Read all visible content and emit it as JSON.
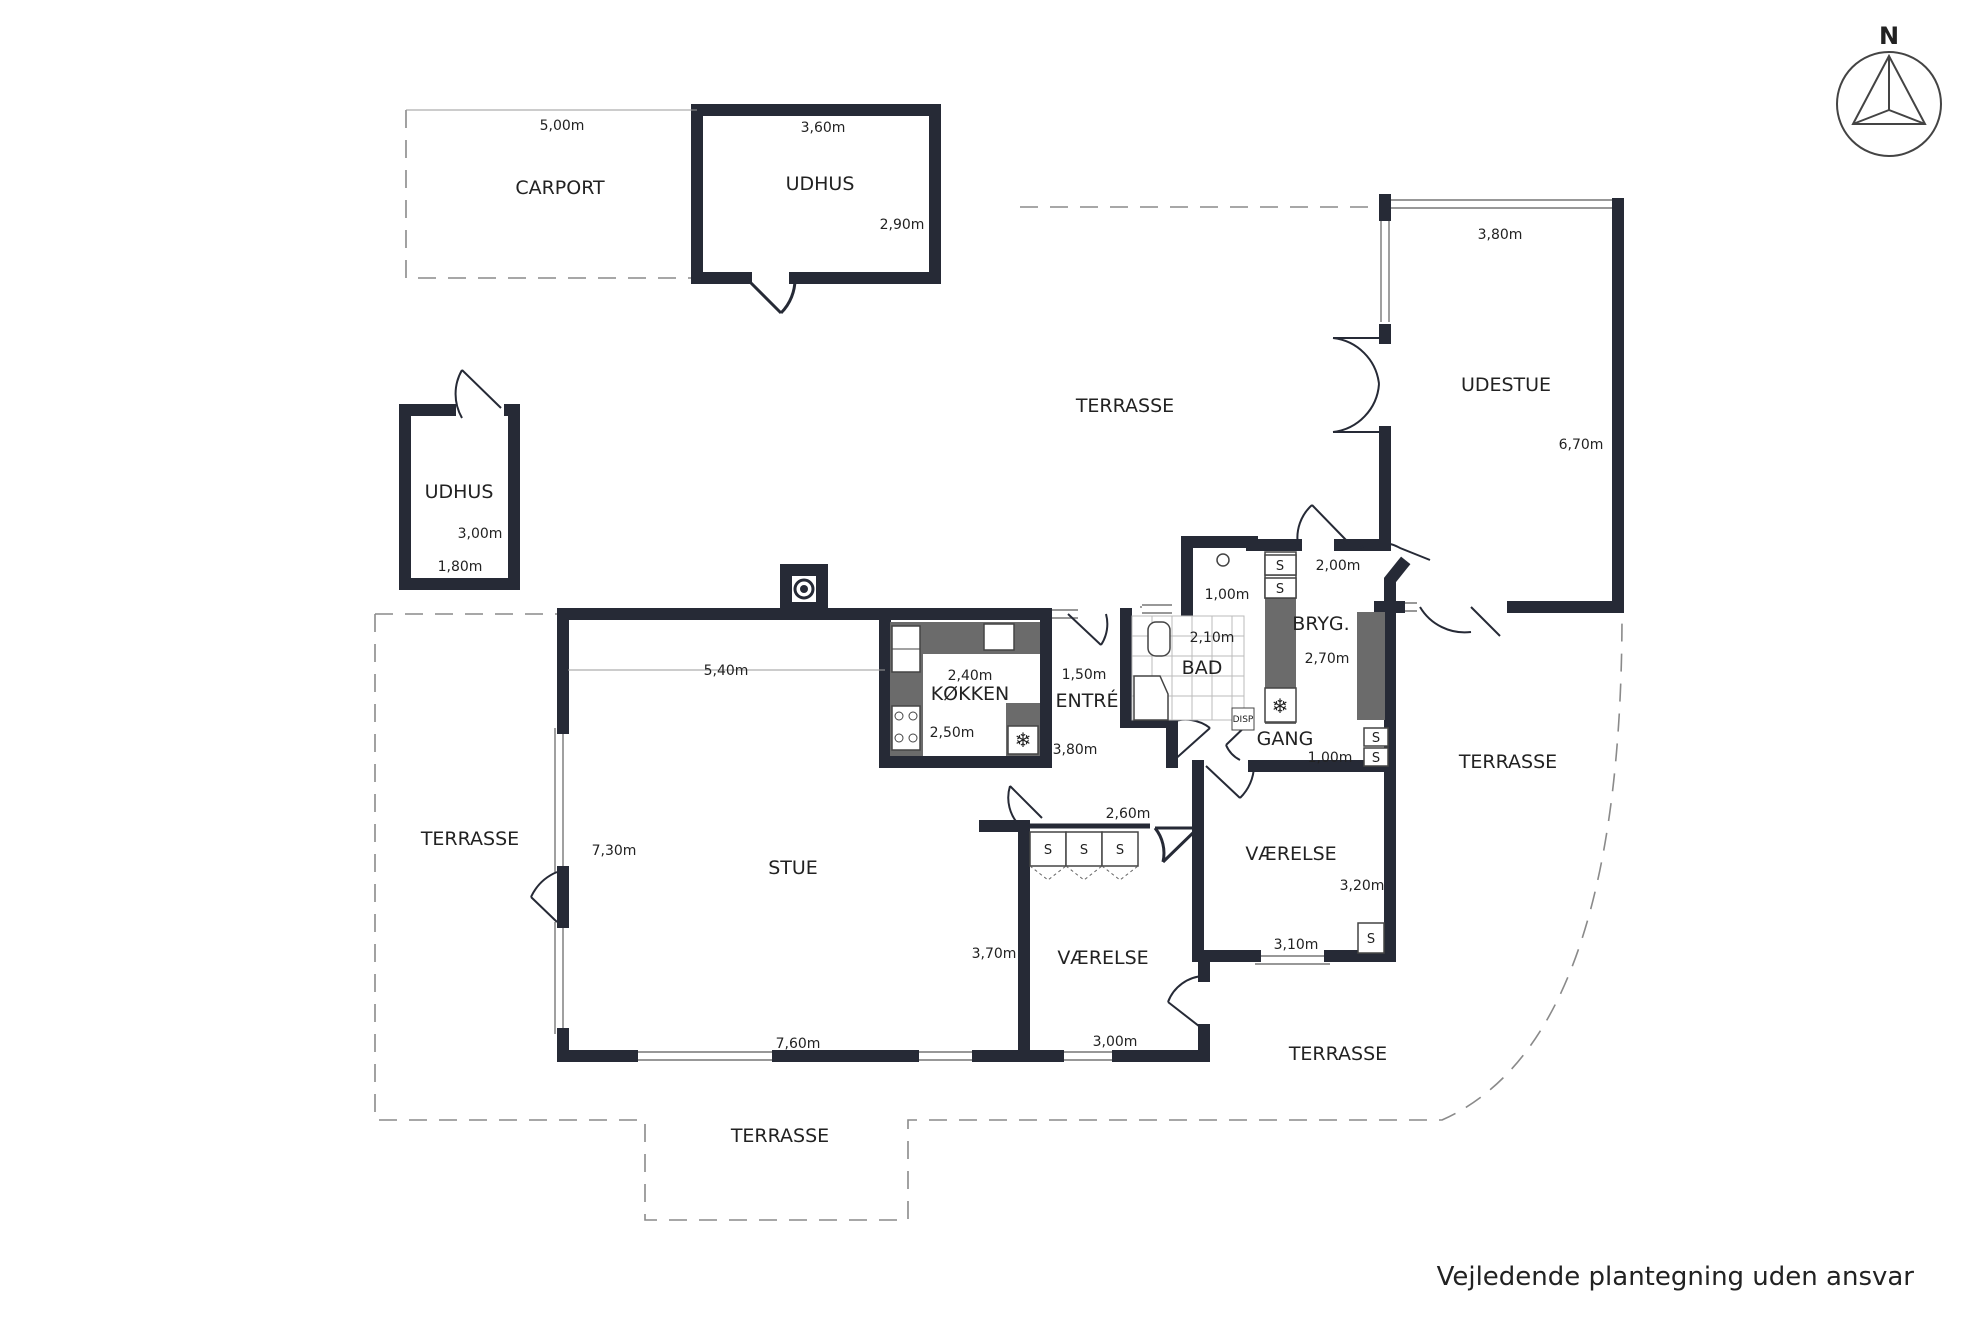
{
  "compass": {
    "label": "N"
  },
  "caption": "Vejledende plantegning uden ansvar",
  "rooms": {
    "carport": "CARPORT",
    "udhus_top": "UDHUS",
    "udhus_left": "UDHUS",
    "udestue": "UDESTUE",
    "terrasse_top": "TERRASSE",
    "terrasse_left": "TERRASSE",
    "terrasse_right": "TERRASSE",
    "terrasse_bottom_right": "TERRASSE",
    "terrasse_bottom": "TERRASSE",
    "koekken": "KØKKEN",
    "entre": "ENTRÉ",
    "bad": "BAD",
    "bryg": "BRYG.",
    "gang": "GANG",
    "stue": "STUE",
    "vaerelse_right": "VÆRELSE",
    "vaerelse_left": "VÆRELSE"
  },
  "dimensions": {
    "carport_width": "5,00m",
    "udhus_top_width": "3,60m",
    "udhus_top_height": "2,90m",
    "udestue_width": "3,80m",
    "udestue_height": "6,70m",
    "udhus_left_height": "3,00m",
    "udhus_left_width": "1,80m",
    "stue_width": "5,40m",
    "koekken_width": "2,40m",
    "koekken_height": "2,50m",
    "entre_width": "1,50m",
    "entre_height": "3,80m",
    "bad_top": "1,00m",
    "bad_width": "2,10m",
    "bryg_width": "2,00m",
    "bryg_height": "2,70m",
    "gang_width": "1,00m",
    "hall_width": "2,60m",
    "stue_height": "7,30m",
    "stue_bottom": "7,60m",
    "vaerelse_left_height": "3,70m",
    "vaerelse_left_width": "3,00m",
    "vaerelse_right_height": "3,20m",
    "vaerelse_right_width": "3,10m"
  },
  "fixtures": {
    "storage": "S",
    "disposal": "DISP"
  }
}
